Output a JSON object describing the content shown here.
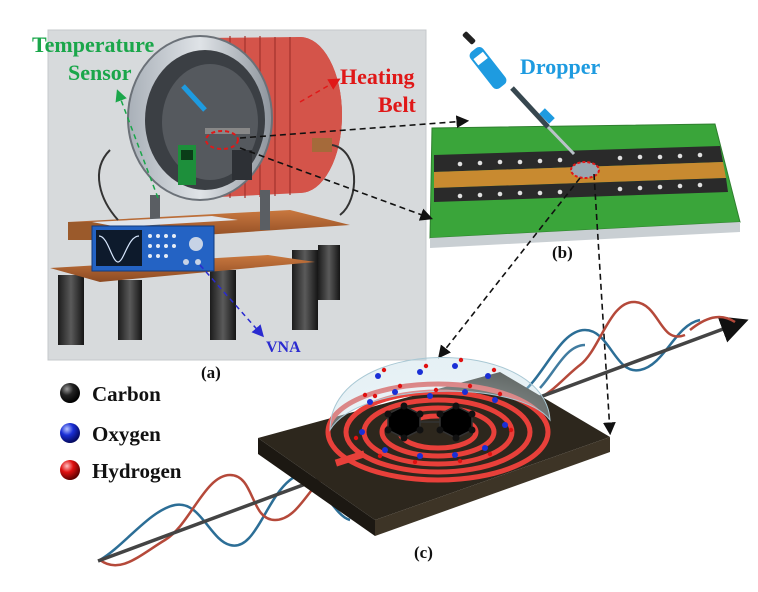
{
  "labels": {
    "temperature_line1": "Temperature",
    "temperature_line2": "Sensor",
    "heating_line1": "Heating",
    "heating_line2": "Belt",
    "dropper": "Dropper",
    "vna": "VNA",
    "panel_a": "(a)",
    "panel_b": "(b)",
    "panel_c": "(c)"
  },
  "legend": [
    {
      "label": "Carbon",
      "color": "#111111"
    },
    {
      "label": "Oxygen",
      "color": "#1a2fd6"
    },
    {
      "label": "Hydrogen",
      "color": "#e01010"
    }
  ],
  "colors": {
    "temperature": "#1aa64a",
    "heating": "#e01818",
    "dropper": "#1e9be0",
    "vna": "#2a2ad0",
    "belt": "#d9553f",
    "pcb_green": "#3aa53a",
    "substrate": "#2d271d",
    "wave_blue": "#2c6e96",
    "wave_red": "#b5493a"
  }
}
